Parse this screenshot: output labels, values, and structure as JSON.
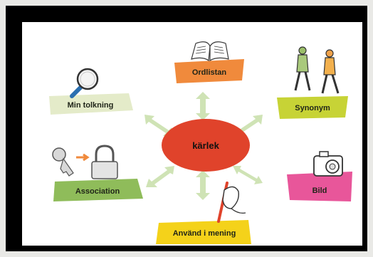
{
  "center": {
    "label": "kärlek",
    "color": "#e0432b"
  },
  "nodes": {
    "ordlistan": {
      "label": "Ordlistan",
      "color": "#f08a3c",
      "icon": "open-book-icon"
    },
    "min_tolkning": {
      "label": "Min tolkning",
      "color": "#e4ebc9",
      "icon": "magnifying-glass-icon"
    },
    "synonym": {
      "label": "Synonym",
      "color": "#c7d336",
      "icon": "walking-people-icon"
    },
    "association": {
      "label": "Association",
      "color": "#8fbc5a",
      "icon": "key-and-padlock-icon"
    },
    "bild": {
      "label": "Bild",
      "color": "#e8569a",
      "icon": "camera-icon"
    },
    "anvand_i_mening": {
      "label": "Använd i mening",
      "color": "#f4d21a",
      "icon": "writing-hand-icon"
    }
  },
  "arrow_color": "#cfe3b5"
}
